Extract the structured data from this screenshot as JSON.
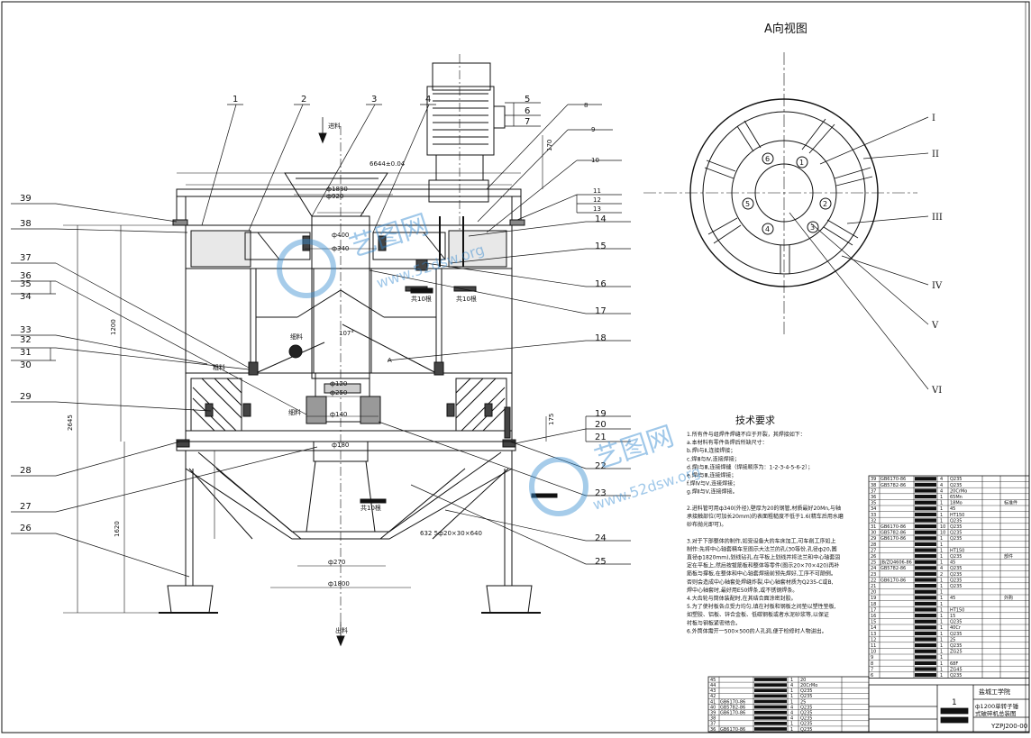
{
  "view_title": "A向视图",
  "callouts_left": [
    "39",
    "38",
    "37",
    "36",
    "35",
    "34",
    "33",
    "32",
    "31",
    "30",
    "29",
    "28",
    "27",
    "26"
  ],
  "callouts_top": [
    "1",
    "2",
    "3",
    "4",
    "5",
    "6",
    "7",
    "8",
    "9",
    "10",
    "11",
    "12",
    "13"
  ],
  "callouts_right": [
    "14",
    "15",
    "16",
    "17",
    "18",
    "19",
    "20",
    "21",
    "22",
    "23",
    "24",
    "25"
  ],
  "view_callouts": [
    "I",
    "II",
    "III",
    "IV",
    "V",
    "VI"
  ],
  "view_numbers": [
    "1",
    "2",
    "3",
    "4",
    "5",
    "6"
  ],
  "labels": {
    "feed_in": "进料",
    "discharge": "出料",
    "coarse": "粗料",
    "fine": "细料",
    "fine2": "细料",
    "a_mark": "A",
    "bolt_count_1": "共10根",
    "bolt_count_2": "共10根",
    "bolt_count_3": "共10根"
  },
  "dimensions": {
    "d_top_wide": "6644±0.04",
    "d_1830": "ф1830",
    "d_920": "ф920",
    "d_400": "ф400",
    "d_340": "ф340",
    "d_120": "ф120",
    "d_250": "ф250",
    "d_140": "ф140",
    "d_180": "ф180",
    "d_270": "ф270",
    "d_1800": "ф1800",
    "d_slot": "632 5ф20×30×640",
    "angle": "107°",
    "h_1200": "1200",
    "h_2645": "2645",
    "h_170": "170",
    "h_175": "175",
    "h_1620": "1620"
  },
  "watermark": {
    "brand": "艺图网",
    "url": "www.52dsw.org"
  },
  "tech_title": "技术要求",
  "tech_lines": [
    "1.所有件与组焊件焊缝不应于开裂，其焊接如下：",
    "a.本材料有零件各焊后所缺尺寸：",
    "b.焊Ⅰ与Ⅱ,连接焊接；",
    "c.焊Ⅲ与Ⅳ,连接焊接；",
    "d.焊Ⅰ与Ⅲ,连接焊缝（焊接顺序为：1-2-3-4-5-6-2）；",
    "e.焊Ⅰ与Ⅲ,连接焊接；",
    "f.焊Ⅳ与Ⅴ,连接焊接；",
    "g.焊Ⅱ与Ⅴ,连接焊接。",
    "",
    "2.进料管可用ф340(外径),壁厚为20的钢管,材质最好20Mn,与轴",
    "  承接触部位(可加长20mm)的表面粗糙度不低于1.6(精车后用水磨",
    "  砂布抛光即可)。",
    "",
    "3.对于下部整体的制作,如受设备大的车床加工,可车削工序如上",
    "  制作:先将中心轴套精车至图示大法兰的孔(30等份,孔径ф20,圆",
    "  直径ф1820mm),划线钻孔,在平板上划线并将法兰和中心轴套固",
    "  定在平板上,然后按拔筋板和整体等零件(图示20×70×420)再补",
    "  筋板与撑板,在整体和中心轴套焊接前预先焊好,工序不可颠倒。",
    "  否则会造成中心轴套处焊缝炸裂,中心轴套材质为Q235-C或B,",
    "  焊中心轴套时,最好用E50焊条,或不锈钢焊条。",
    "4.大齿轮与筒体装配时,在其结合面涂密封胶。",
    "5.为了使衬板各点受力均匀,填在衬板和钢板之间垫以塑性垫板,",
    "  如塑胶、铝板、锌合金板、低碳钢板或者水泥砂浆等,以保证",
    "  衬板与钢板紧密结合。",
    "6.外筒体需开一500×500的人孔洞,便于检修时人物进出。"
  ],
  "parts_upper": [
    {
      "no": "39",
      "std": "GB6170-86",
      "qty": "4",
      "mat": "Q235",
      "note": ""
    },
    {
      "no": "38",
      "std": "GB5782-86",
      "qty": "4",
      "mat": "Q235",
      "note": ""
    },
    {
      "no": "37",
      "std": "",
      "qty": "4",
      "mat": "20CrMo",
      "note": ""
    },
    {
      "no": "36",
      "std": "",
      "qty": "1",
      "mat": "65Mn",
      "note": ""
    },
    {
      "no": "35",
      "std": "",
      "qty": "1",
      "mat": "18Mo",
      "note": "标准件"
    },
    {
      "no": "34",
      "std": "",
      "qty": "1",
      "mat": "45",
      "note": ""
    },
    {
      "no": "33",
      "std": "",
      "qty": "1",
      "mat": "HT150",
      "note": ""
    },
    {
      "no": "32",
      "std": "",
      "qty": "1",
      "mat": "Q235",
      "note": ""
    },
    {
      "no": "31",
      "std": "GB6170-86",
      "qty": "10",
      "mat": "Q235",
      "note": ""
    },
    {
      "no": "30",
      "std": "GB5782-86",
      "qty": "10",
      "mat": "Q235",
      "note": ""
    },
    {
      "no": "29",
      "std": "GB6170-86",
      "qty": "1",
      "mat": "Q235",
      "note": ""
    },
    {
      "no": "28",
      "std": "",
      "qty": "1",
      "mat": "",
      "note": ""
    },
    {
      "no": "27",
      "std": "",
      "qty": "1",
      "mat": "HT150",
      "note": ""
    },
    {
      "no": "26",
      "std": "",
      "qty": "1",
      "mat": "Q235",
      "note": "部件"
    },
    {
      "no": "25",
      "std": "JB/ZQ4606-86",
      "qty": "1",
      "mat": "45",
      "note": ""
    },
    {
      "no": "24",
      "std": "GB5782-86",
      "qty": "4",
      "mat": "Q235",
      "note": ""
    },
    {
      "no": "23",
      "std": "",
      "qty": "2",
      "mat": "Q235",
      "note": ""
    },
    {
      "no": "22",
      "std": "GB6170-86",
      "qty": "1",
      "mat": "Q235",
      "note": ""
    },
    {
      "no": "21",
      "std": "",
      "qty": "1",
      "mat": "Q235",
      "note": ""
    },
    {
      "no": "20",
      "std": "",
      "qty": "1",
      "mat": "",
      "note": ""
    },
    {
      "no": "19",
      "std": "",
      "qty": "1",
      "mat": "45",
      "note": "外购"
    },
    {
      "no": "18",
      "std": "",
      "qty": "1",
      "mat": "",
      "note": ""
    },
    {
      "no": "17",
      "std": "",
      "qty": "1",
      "mat": "HT150",
      "note": ""
    },
    {
      "no": "16",
      "std": "",
      "qty": "1",
      "mat": "15",
      "note": ""
    },
    {
      "no": "15",
      "std": "",
      "qty": "1",
      "mat": "Q235",
      "note": ""
    },
    {
      "no": "14",
      "std": "",
      "qty": "1",
      "mat": "40Cr",
      "note": ""
    },
    {
      "no": "13",
      "std": "",
      "qty": "1",
      "mat": "Q235",
      "note": ""
    },
    {
      "no": "12",
      "std": "",
      "qty": "1",
      "mat": "25",
      "note": ""
    },
    {
      "no": "11",
      "std": "",
      "qty": "1",
      "mat": "Q235",
      "note": ""
    },
    {
      "no": "10",
      "std": "",
      "qty": "1",
      "mat": "ZG25",
      "note": ""
    },
    {
      "no": "9",
      "std": "",
      "qty": "1",
      "mat": "",
      "note": ""
    },
    {
      "no": "8",
      "std": "",
      "qty": "1",
      "mat": "68F",
      "note": ""
    },
    {
      "no": "7",
      "std": "",
      "qty": "1",
      "mat": "ZG45",
      "note": ""
    },
    {
      "no": "6",
      "std": "",
      "qty": "1",
      "mat": "Q235",
      "note": ""
    }
  ],
  "parts_lower": [
    {
      "no": "45",
      "std": "",
      "qty": "1",
      "mat": "20"
    },
    {
      "no": "44",
      "std": "",
      "qty": "4",
      "mat": "20CrMo"
    },
    {
      "no": "43",
      "std": "",
      "qty": "1",
      "mat": "Q235"
    },
    {
      "no": "42",
      "std": "",
      "qty": "1",
      "mat": "Q235"
    },
    {
      "no": "41",
      "std": "GB6170-86",
      "qty": "1",
      "mat": "25"
    },
    {
      "no": "40",
      "std": "GB5782-86",
      "qty": "4",
      "mat": "Q235"
    },
    {
      "no": "39",
      "std": "GB6170-86",
      "qty": "4",
      "mat": "Q235"
    },
    {
      "no": "38",
      "std": "",
      "qty": "4",
      "mat": "Q235"
    },
    {
      "no": "37",
      "std": "",
      "qty": "1",
      "mat": "Q235"
    },
    {
      "no": "36",
      "std": "GB6170-86",
      "qty": "1",
      "mat": "Q235"
    }
  ],
  "title_block": {
    "school": "盐城工学院",
    "title_line1": "ф1200单转子锤",
    "title_line2": "式破碎机总装图",
    "drawing_no": "YZPJ200-00",
    "scale_mark": "1"
  }
}
